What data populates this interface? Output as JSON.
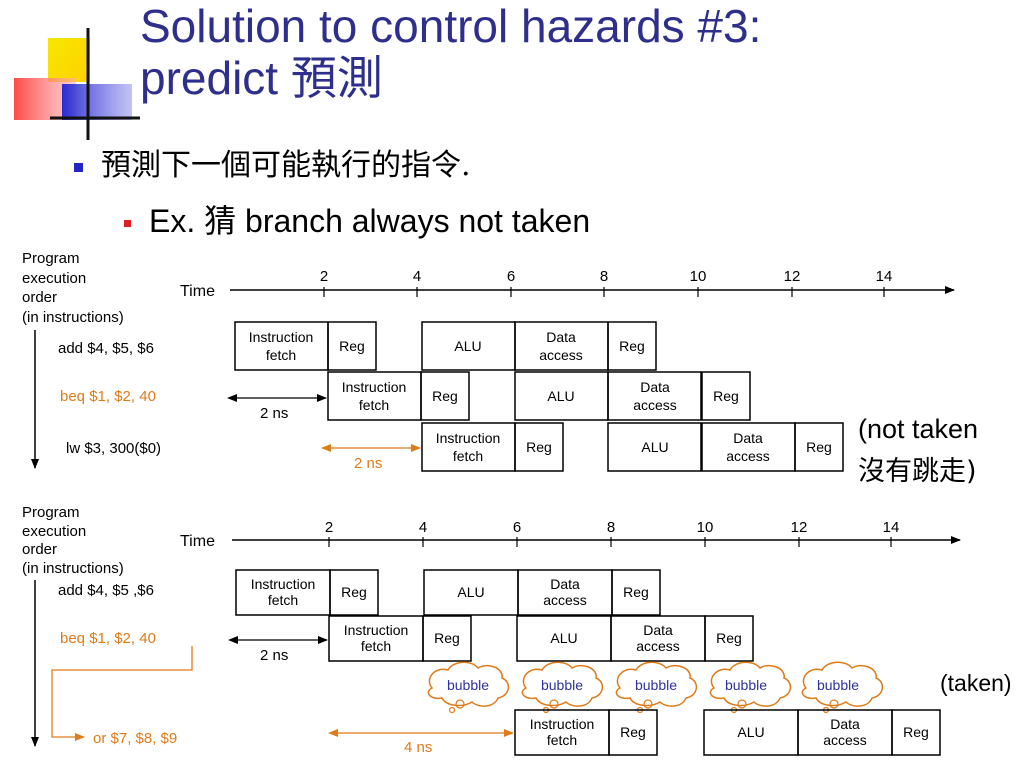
{
  "slide": {
    "title_line1": "Solution to control hazards #3:",
    "title_line2": "predict 預測",
    "bullet1": "預測下一個可能執行的指令.",
    "bullet2": "Ex. 猜 branch always not taken"
  },
  "colors": {
    "title": "#2e2e8c",
    "accent_orange": "#e07b1a",
    "bullet_blue": "#2323c8",
    "bullet_red": "#e02020"
  },
  "diagram_top": {
    "axis_label_lines": [
      "Program",
      "execution",
      "order",
      "(in instructions)"
    ],
    "time_label": "Time",
    "ticks": [
      "2",
      "4",
      "6",
      "8",
      "10",
      "12",
      "14"
    ],
    "instructions": [
      "add $4, $5, $6",
      "beq $1, $2, 40",
      "lw $3, 300($0)"
    ],
    "stage_labels": {
      "if_1": "Instruction",
      "if_2": "fetch",
      "reg": "Reg",
      "alu": "ALU",
      "mem_1": "Data",
      "mem_2": "access"
    },
    "interval_1": "2 ns",
    "interval_2": "2 ns",
    "note_1": "(not taken",
    "note_2": "沒有跳走)"
  },
  "diagram_bottom": {
    "axis_label_lines": [
      "Program",
      "execution",
      "order",
      "(in instructions)"
    ],
    "time_label": "Time",
    "ticks": [
      "2",
      "4",
      "6",
      "8",
      "10",
      "12",
      "14"
    ],
    "instructions": [
      "add $4, $5 ,$6",
      "beq $1, $2, 40",
      "or $7, $8, $9"
    ],
    "stage_labels": {
      "if_1": "Instruction",
      "if_2": "fetch",
      "reg": "Reg",
      "alu": "ALU",
      "mem_1": "Data",
      "mem_2": "access"
    },
    "bubble_label": "bubble",
    "interval_1": "2 ns",
    "interval_2": "4 ns",
    "note": "(taken)"
  }
}
